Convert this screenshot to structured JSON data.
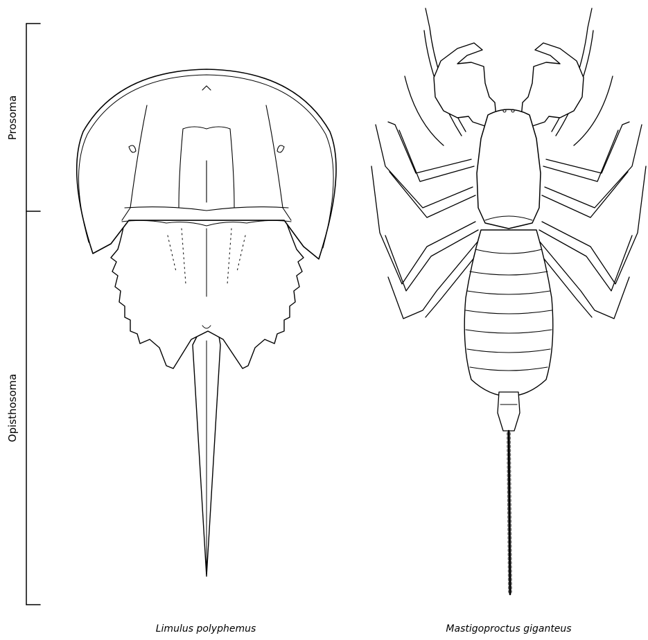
{
  "body_regions": {
    "upper_label": "Prosoma",
    "lower_label": "Opisthosoma"
  },
  "specimens": [
    {
      "caption": "Limulus polyphemus"
    },
    {
      "caption": "Mastigoproctus giganteus"
    }
  ],
  "colors": {
    "ink": "#000000",
    "background": "#ffffff"
  }
}
